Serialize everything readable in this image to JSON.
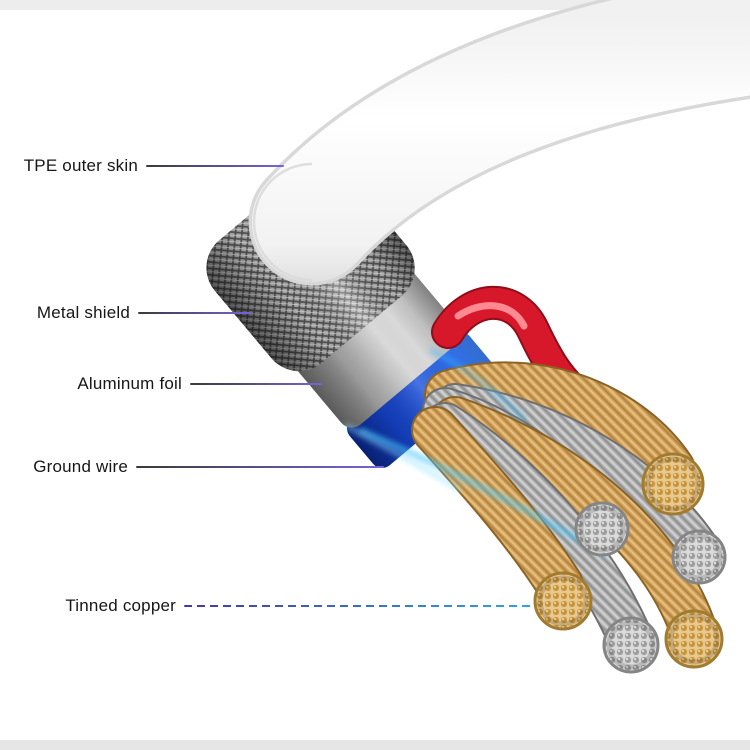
{
  "labels": [
    {
      "id": "tpe-outer-skin",
      "text": "TPE outer skin"
    },
    {
      "id": "metal-shield",
      "text": "Metal shield"
    },
    {
      "id": "aluminum-foil",
      "text": "Aluminum foil"
    },
    {
      "id": "ground-wire",
      "text": "Ground wire"
    },
    {
      "id": "tinned-copper",
      "text": "Tinned copper"
    }
  ],
  "colors": {
    "background": "#ffffff",
    "frame_band": "#ededed",
    "cable_white": "#ffffff",
    "shield_gray": "#adadad",
    "foil_gray": "#c6c6c6",
    "ground_blue": "#1c4fd8",
    "signal_red": "#d7182b",
    "copper_gold": "#d9a860",
    "tinned_silver": "#c9c9c9",
    "leader_dark": "#3a3a3a",
    "leader_purple": "#7a63d8",
    "leader_cyan": "#2ea7e0"
  }
}
